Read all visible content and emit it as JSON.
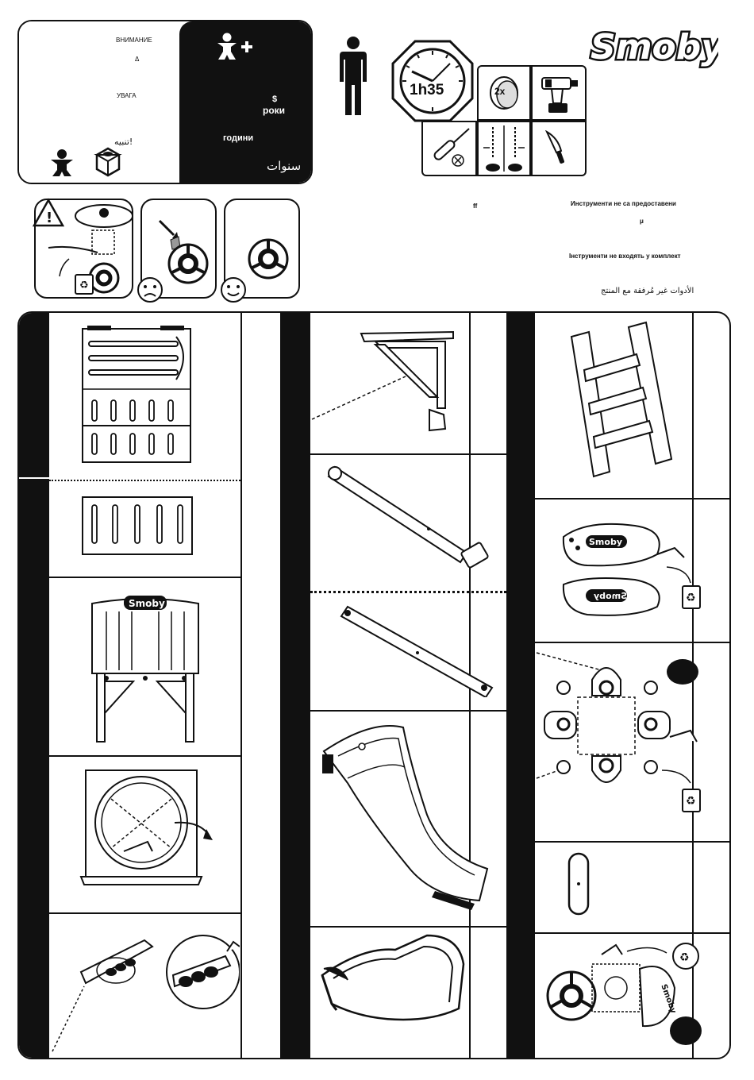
{
  "brand": {
    "logo_text": "Smoby"
  },
  "warning": {
    "title_ru": "ВНИМАНИЕ",
    "symbol": "Δ",
    "title_uk": "УВАГА",
    "title_ar": "تنبيه!",
    "age_symbol": "$",
    "years_ru": "роки",
    "hours_bg": "години",
    "years_ar": "سنوات"
  },
  "assembly_info": {
    "time": "1h35",
    "battery_label": "2x",
    "icons": [
      "adult-icon",
      "clock-icon",
      "battery-icon",
      "drill-icon",
      "screwdriver-icon",
      "drill-bit-icon",
      "knife-icon"
    ]
  },
  "tools_note": {
    "ff": "ff",
    "bg": "Инструменти не са предоставени",
    "mu": "μ",
    "uk": "Інструменти не входять у комплект",
    "ar": "الأدوات غير مُرفقة مع المنتج"
  },
  "logo_parts": {
    "panel_logo": "Smoby",
    "sticker_logo": "Smoby",
    "sticker_logo_mirrored": "Smoby",
    "disc_logo": "Smoby"
  }
}
